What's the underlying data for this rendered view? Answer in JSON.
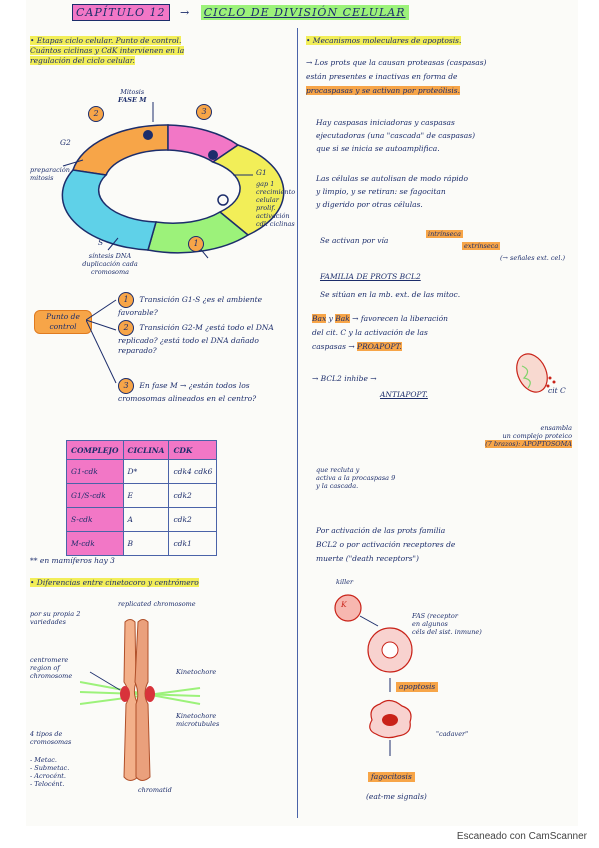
{
  "title": {
    "chapter": "CAPÍTULO 12",
    "arrow": "→",
    "subject": "CICLO DE DIVISIÓN CELULAR"
  },
  "left": {
    "etapas_heading": "• Etapas ciclo celular. Punto de control.",
    "etapas_line2": "Cuántos ciclinas y CdK intervienen en la",
    "etapas_line3": "regulación del ciclo celular.",
    "cycle_labels": {
      "mitosis": "Mitosis",
      "fase_m": "FASE M",
      "g2": "G2",
      "g2_desc": "preparación mitosis",
      "g1": "G1",
      "g1_desc": "gap 1 crecimiento celular prolif. activación cdk ciclinas",
      "s": "S",
      "s_desc": "síntesis DNA duplicación cada cromosoma",
      "n1": "1",
      "n2": "2",
      "n3": "3"
    },
    "punto_control": "Punto de control",
    "checkpoints": [
      {
        "num": "1",
        "text": "Transición G1-S ¿es el ambiente favorable?"
      },
      {
        "num": "2",
        "text": "Transición G2-M ¿está todo el DNA replicado? ¿está todo el DNA dañado reparado?"
      },
      {
        "num": "3",
        "text": "En fase M → ¿están todos los cromosomas alineados en el centro?"
      }
    ],
    "table": {
      "headers": [
        "COMPLEJO",
        "CICLINA",
        "CDK"
      ],
      "rows": [
        [
          "G1-cdk",
          "D*",
          "cdk4 cdk6"
        ],
        [
          "G1/S-cdk",
          "E",
          "cdk2"
        ],
        [
          "S-cdk",
          "A",
          "cdk2"
        ],
        [
          "M-cdk",
          "B",
          "cdk1"
        ]
      ]
    },
    "mamiferos_note": "** en mamíferos hay 3",
    "diferencias_heading": "• Diferencias entre cinetocoro y centrómero",
    "replicated": "replicated chromosome",
    "por_su_propia": "por su propia 2 variedades",
    "centromere_label": "centromere region of chromosome",
    "kinetochore": "Kinetochore",
    "kinetochore_mt": "Kinetochore microtubules",
    "chromatid": "chromatid",
    "tipos_heading": "4 tipos de cromosomas",
    "tipos": [
      "- Metac.",
      "- Submetac.",
      "- Acrocént.",
      "- Telocént."
    ]
  },
  "right": {
    "mecanismos_heading": "• Mecanismos moleculares de apoptosis.",
    "para1": [
      "→ Los prots que la causan proteasas (caspasas)",
      "están presentes e inactivas en forma de",
      "procaspasas y se activan por proteólisis."
    ],
    "para2": [
      "Hay caspasas iniciadoras y caspasas",
      "ejecutadoras (una \"cascada\" de caspasas)",
      "que si se inicia se autoamplifica."
    ],
    "para3": [
      "Las células se autolisan de modo rápido",
      "y limpio, y se retiran: se fagocitan",
      "y digerido por otras células."
    ],
    "activan": "Se activan por vía",
    "intrinseca": "intrínseca",
    "extrinseca": "extrínseca",
    "senales_ext": "(→ señales ext. cel.)",
    "familia": "FAMILIA DE PROTS BCL2",
    "familia_desc": "Se sitúan en la mb. ext. de las mitoc.",
    "bax": "Bax",
    "bak": "Bak",
    "bax_desc": [
      "→ favorecen la liberación",
      "del cit. C y la activación de las",
      "caspasas →"
    ],
    "proapop": "PROAPOPT.",
    "bcl2": "→ BCL2 inhibe →",
    "antiapop": "ANTIAPOPT.",
    "citc": "cit C",
    "ensambla": [
      "ensambla",
      "un complejo proteico",
      "(7 brazos): APOPTOSOMA"
    ],
    "recluta": [
      "que recluta y",
      "activa a la procaspasa 9",
      "y la cascada."
    ],
    "ex_heading": [
      "Por activación de las prots familia",
      "BCL2 o por activación receptores de",
      "muerte (\"death receptors\")"
    ],
    "killer": "killer",
    "k": "K",
    "fas": [
      "FAS (receptor",
      "en algunos",
      "céls del sist. inmune)"
    ],
    "apoptosis": "apoptosis",
    "cadaver": "\"cadaver\"",
    "fagocitosis": "fagocitosis",
    "eat_me": "(eat-me signals)"
  },
  "footer": "Escaneado con CamScanner"
}
